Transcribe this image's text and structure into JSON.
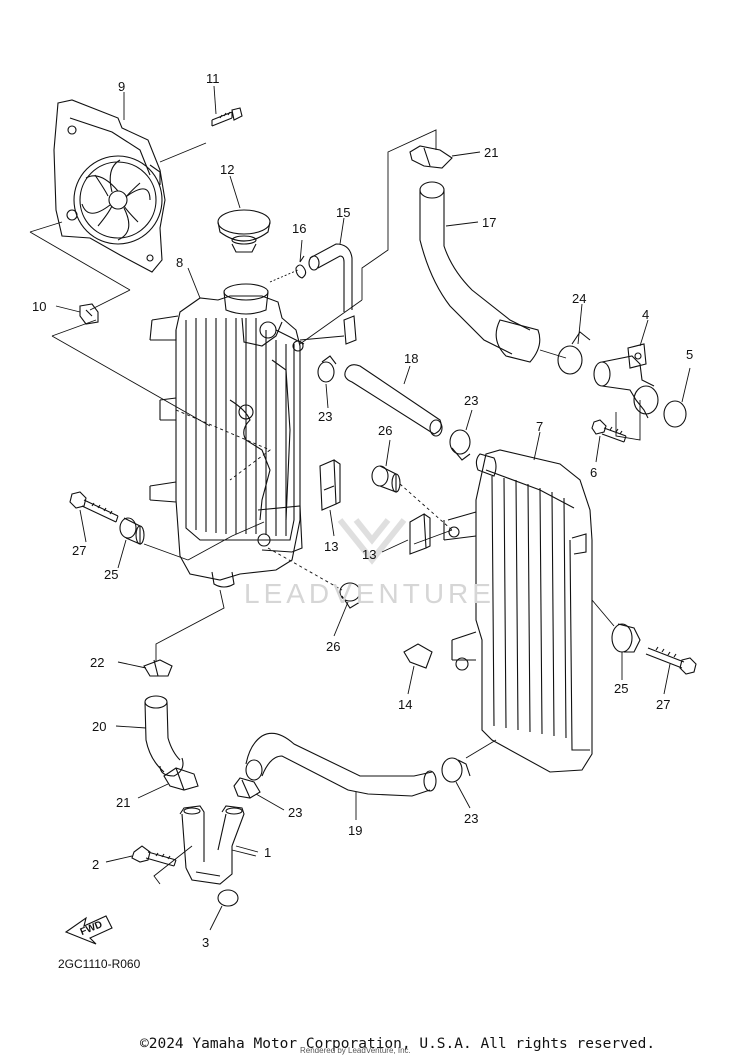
{
  "diagram": {
    "code": "2GC1110-R060",
    "fwd_label": "FWD",
    "watermark": "LEADVENTURE",
    "part_callouts": [
      "1",
      "2",
      "3",
      "4",
      "5",
      "6",
      "7",
      "8",
      "9",
      "10",
      "11",
      "12",
      "13",
      "13",
      "14",
      "15",
      "16",
      "17",
      "18",
      "19",
      "20",
      "21",
      "21",
      "22",
      "23",
      "23",
      "23",
      "23",
      "24",
      "25",
      "25",
      "26",
      "26",
      "27",
      "27"
    ]
  },
  "footer": {
    "copyright": "©2024 Yamaha Motor Corporation, U.S.A. All rights reserved.",
    "rendered_by": "Rendered by LeadVenture, Inc."
  }
}
